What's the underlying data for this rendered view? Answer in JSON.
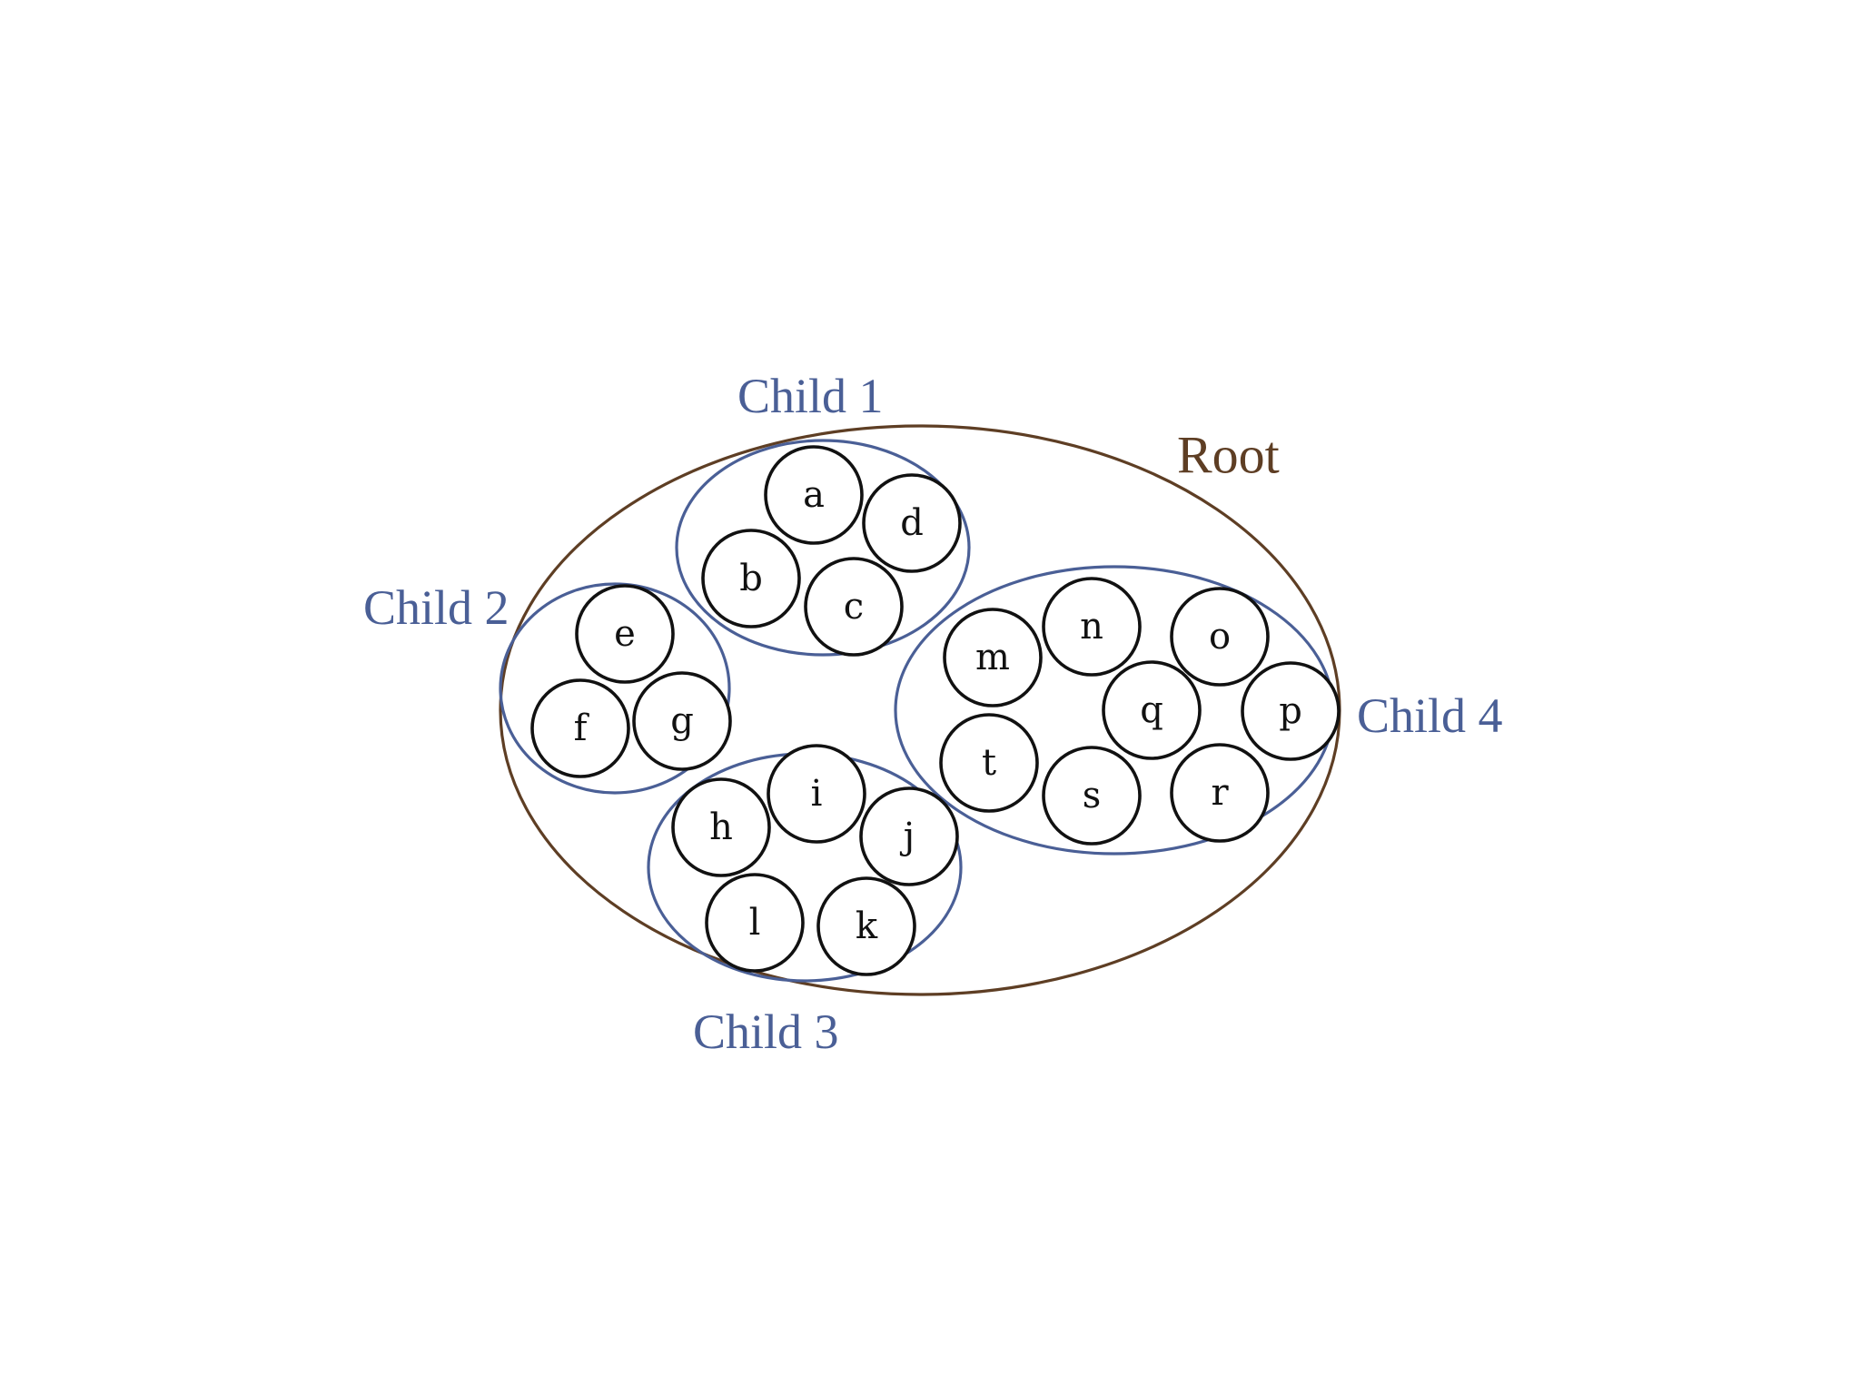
{
  "colors": {
    "root": "#5e3e24",
    "child": "#4a5f96",
    "leaf": "#111111"
  },
  "root": {
    "label": "Root"
  },
  "children": [
    {
      "label": "Child 1",
      "leaves": [
        "a",
        "d",
        "b",
        "c"
      ]
    },
    {
      "label": "Child 2",
      "leaves": [
        "e",
        "f",
        "g"
      ]
    },
    {
      "label": "Child 3",
      "leaves": [
        "h",
        "i",
        "j",
        "l",
        "k"
      ]
    },
    {
      "label": "Child 4",
      "leaves": [
        "m",
        "n",
        "o",
        "q",
        "p",
        "t",
        "s",
        "r"
      ]
    }
  ]
}
